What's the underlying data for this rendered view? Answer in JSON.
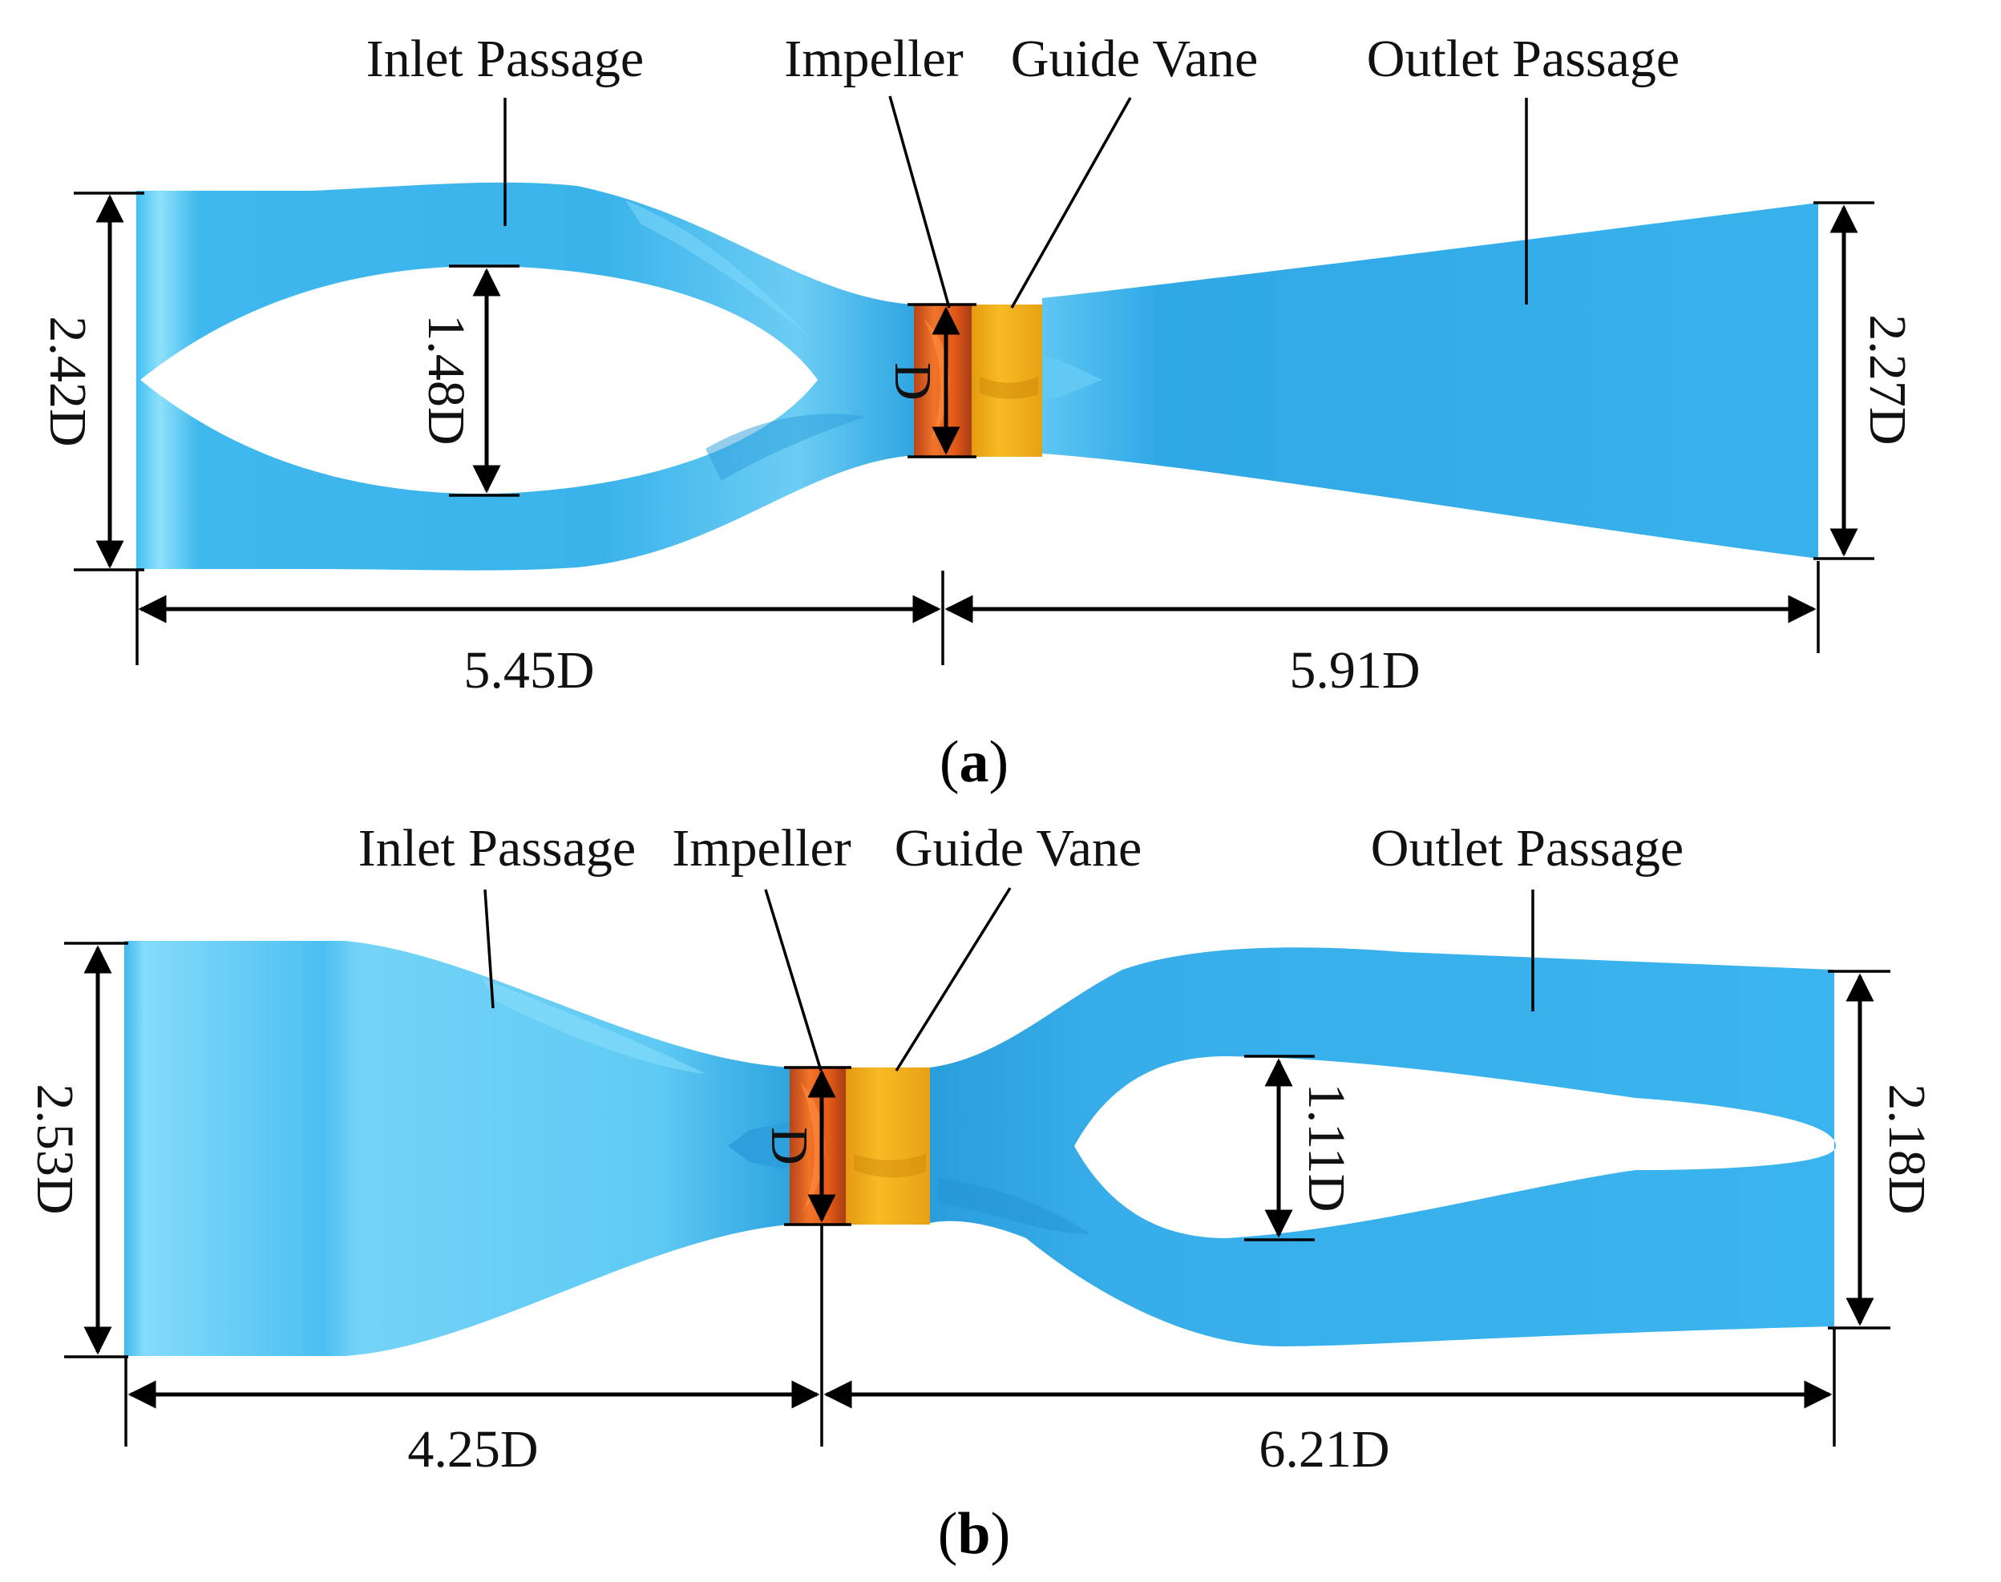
{
  "colors": {
    "passage_light": "#7ed6f8",
    "passage_main": "#38b4ec",
    "passage_dark": "#1e8fd0",
    "impeller": "#f07020",
    "guide_vane": "#f5b016",
    "line": "#000000"
  },
  "diagrams": [
    {
      "id": "a",
      "caption_letter": "a",
      "labels": {
        "inlet": "Inlet Passage",
        "impeller": "Impeller",
        "guide_vane": "Guide Vane",
        "outlet": "Outlet Passage"
      },
      "dimensions": {
        "inlet_height": "2.42D",
        "inner_gap": "1.48D",
        "impeller_diameter": "D",
        "outlet_height": "2.27D",
        "inlet_length": "5.45D",
        "outlet_length": "5.91D"
      }
    },
    {
      "id": "b",
      "caption_letter": "b",
      "labels": {
        "inlet": "Inlet Passage",
        "impeller": "Impeller",
        "guide_vane": "Guide Vane",
        "outlet": "Outlet Passage"
      },
      "dimensions": {
        "inlet_height": "2.53D",
        "inner_gap": "1.11D",
        "impeller_diameter": "D",
        "outlet_height": "2.18D",
        "inlet_length": "4.25D",
        "outlet_length": "6.21D"
      }
    }
  ]
}
